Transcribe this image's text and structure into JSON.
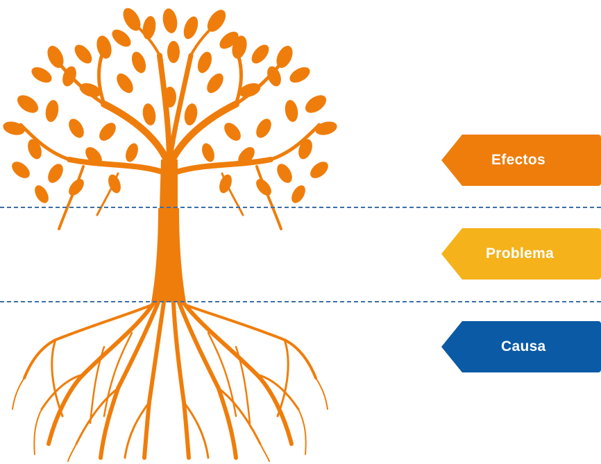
{
  "labels": {
    "effects": "Efectos",
    "problem": "Problema",
    "cause": "Causa"
  },
  "colors": {
    "tree": "#ef7d0b",
    "effects": "#ee7d0c",
    "problem": "#f5b21b",
    "cause": "#0b5aa5",
    "divider": "#3a6ea5"
  },
  "icons": {
    "tree": "tree-with-roots-icon"
  }
}
